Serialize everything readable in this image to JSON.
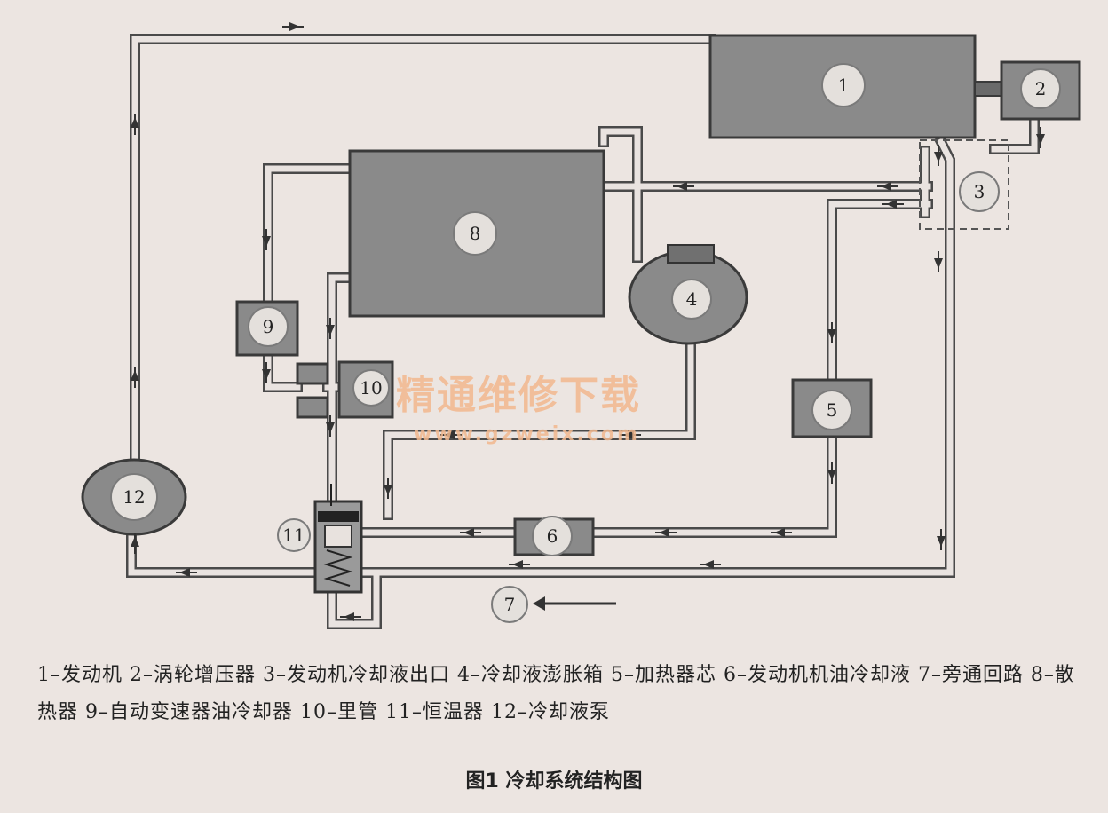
{
  "components": [
    {
      "num": "1",
      "name": "发动机"
    },
    {
      "num": "2",
      "name": "涡轮增压器"
    },
    {
      "num": "3",
      "name": "发动机冷却液出口"
    },
    {
      "num": "4",
      "name": "冷却液澎胀箱"
    },
    {
      "num": "5",
      "name": "加热器芯"
    },
    {
      "num": "6",
      "name": "发动机机油冷却液"
    },
    {
      "num": "7",
      "name": "旁通回路"
    },
    {
      "num": "8",
      "name": "散热器"
    },
    {
      "num": "9",
      "name": "自动变速器油冷却器"
    },
    {
      "num": "10",
      "name": "里管"
    },
    {
      "num": "11",
      "name": "恒温器"
    },
    {
      "num": "12",
      "name": "冷却液泵"
    }
  ],
  "legend_text": "1–发动机  2–涡轮增压器  3–发动机冷却液出口  4–冷却液澎胀箱  5–加热器芯  6–发动机机油冷却液  7–旁通回路  8–散热器  9–自动变速器油冷却器  10–里管  11–恒温器  12–冷却液泵",
  "caption": "图1  冷却系统结构图",
  "watermark": {
    "line1": "精通维修下载",
    "line2": "www.gzweix.com"
  },
  "colors": {
    "component_fill": "#8a8a8a",
    "pipe": "#4a4a4a",
    "background": "#ece5e1",
    "watermark": "#f2b88e"
  }
}
